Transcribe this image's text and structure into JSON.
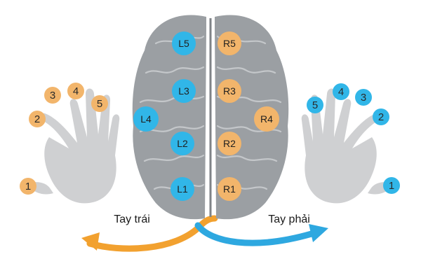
{
  "colors": {
    "left_dot": "#f2b56b",
    "right_dot": "#31b6e8",
    "brain": "#9b9fa3",
    "brain_fold": "#c4c7ca",
    "hand": "#c9cacc",
    "left_arrow": "#f2a12f",
    "right_arrow": "#2ea8e0"
  },
  "icons": {
    "brain": "brain-icon",
    "left_hand": "left-hand-print-icon",
    "right_hand": "right-hand-print-icon"
  },
  "brain_labels": {
    "L5": "L5",
    "L4": "L4",
    "L3": "L3",
    "L2": "L2",
    "L1": "L1",
    "R5": "R5",
    "R4": "R4",
    "R3": "R3",
    "R2": "R2",
    "R1": "R1"
  },
  "left_hand": {
    "caption": "Tay trái",
    "fingers": [
      "1",
      "2",
      "3",
      "4",
      "5"
    ]
  },
  "right_hand": {
    "caption": "Tay phải",
    "fingers": [
      "1",
      "2",
      "3",
      "4",
      "5"
    ]
  }
}
